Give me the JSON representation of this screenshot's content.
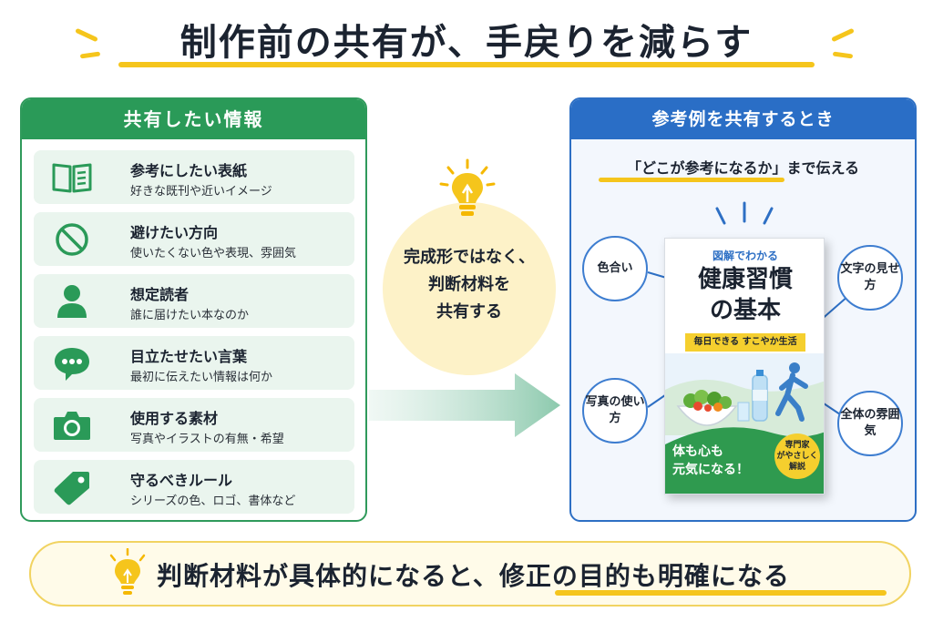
{
  "title": "制作前の共有が、手戻りを減らす",
  "left_panel": {
    "header": "共有したい情報",
    "items": [
      {
        "title": "参考にしたい表紙",
        "sub": "好きな既刊や近いイメージ",
        "icon": "book-icon"
      },
      {
        "title": "避けたい方向",
        "sub": "使いたくない色や表現、雰囲気",
        "icon": "prohibited-icon"
      },
      {
        "title": "想定読者",
        "sub": "誰に届けたい本なのか",
        "icon": "person-icon"
      },
      {
        "title": "目立たせたい言葉",
        "sub": "最初に伝えたい情報は何か",
        "icon": "speech-bubble-icon"
      },
      {
        "title": "使用する素材",
        "sub": "写真やイラストの有無・希望",
        "icon": "camera-icon"
      },
      {
        "title": "守るべきルール",
        "sub": "シリーズの色、ロゴ、書体など",
        "icon": "tag-icon"
      }
    ]
  },
  "middle": {
    "lines": [
      "完成形ではなく、",
      "判断材料を",
      "共有する"
    ]
  },
  "right_panel": {
    "header": "参考例を共有するとき",
    "subtitle": "「どこが参考になるか」まで伝える",
    "bubbles": {
      "color": "色合い",
      "text_style": "文字の見せ方",
      "photo": "写真の使い方",
      "mood": "全体の雰囲気"
    },
    "book": {
      "tag": "図解でわかる",
      "title_line1": "健康習慣",
      "title_line2": "の基本",
      "band": "毎日できる すこやか生活",
      "bottom_line1": "体も心も",
      "bottom_line2": "元気になる！",
      "badge_line1": "専門家",
      "badge_line2": "がやさしく",
      "badge_line3": "解説"
    }
  },
  "banner": {
    "text": "判断材料が具体的になると、修正の目的も明確になる"
  },
  "colors": {
    "green": "#2a9a58",
    "blue": "#2a6ec6",
    "yellow": "#f5c51c",
    "light_green": "#eaf5ee",
    "light_yellow": "#fdf2c8"
  }
}
